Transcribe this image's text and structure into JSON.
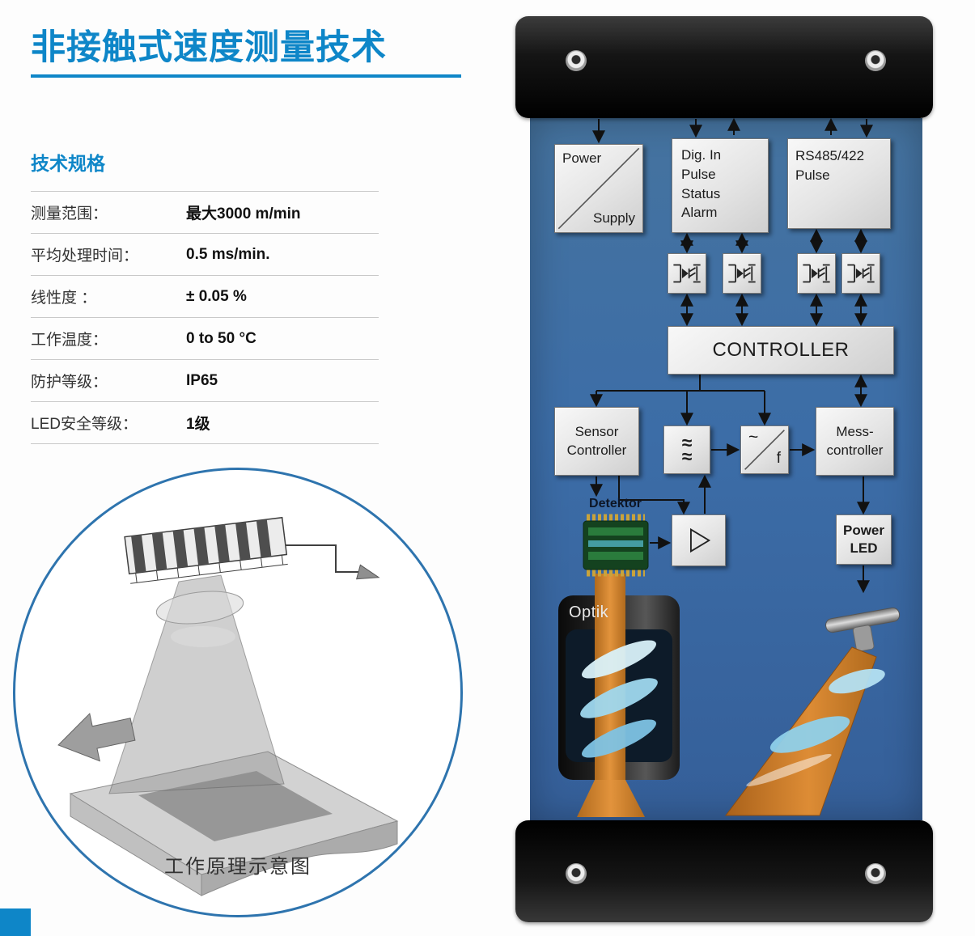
{
  "title": "非接触式速度测量技术",
  "specs": {
    "heading": "技术规格",
    "rows": [
      {
        "label": "测量范围：",
        "value": "最大3000 m/min"
      },
      {
        "label": "平均处理时间：",
        "value": "0.5 ms/min."
      },
      {
        "label": "线性度 ：",
        "value": "± 0.05 %"
      },
      {
        "label": "工作温度：",
        "value": "0 to 50 °C"
      },
      {
        "label": "防护等级：",
        "value": "IP65"
      },
      {
        "label": "LED安全等级：",
        "value": "1级"
      }
    ]
  },
  "illustration": {
    "caption": "工作原理示意图"
  },
  "diagram": {
    "power_supply": {
      "line1": "Power",
      "line2": "Supply"
    },
    "dig_in": {
      "lines": [
        "Dig. In",
        "Pulse",
        "Status",
        "Alarm"
      ]
    },
    "rs485": {
      "lines": [
        "RS485/422",
        "Pulse"
      ]
    },
    "controller": "CONTROLLER",
    "sensor_controller": {
      "lines": [
        "Sensor",
        "Controller"
      ]
    },
    "filter_symbol": "≈",
    "converter": {
      "line1": "~",
      "line2": "f"
    },
    "mess_controller": {
      "lines": [
        "Mess-",
        "controller"
      ]
    },
    "detektor": "Detektor",
    "power_led": {
      "lines": [
        "Power",
        "LED"
      ]
    },
    "optik": "Optik"
  },
  "colors": {
    "accent_blue": "#0e86c8",
    "device_body_blue": "#3c6da7",
    "beam_orange": "#d08030",
    "lens_blue": "#9fd4ea"
  }
}
